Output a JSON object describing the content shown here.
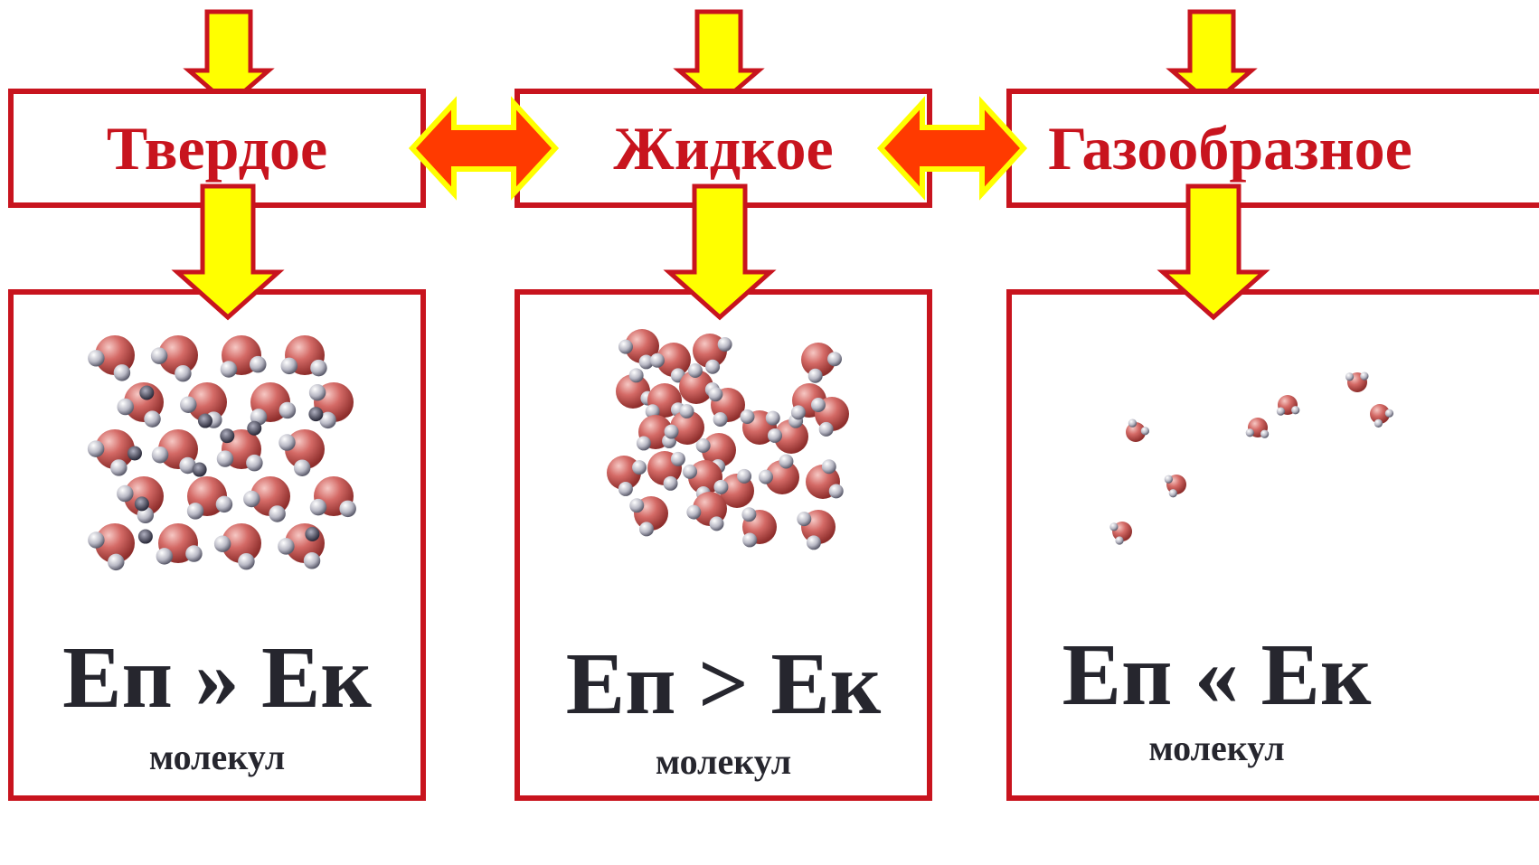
{
  "states": [
    {
      "label": "Твердое",
      "formula": "Еп » Ек",
      "unit": "молекул"
    },
    {
      "label": "Жидкое",
      "formula": "Еп > Ек",
      "unit": "молекул"
    },
    {
      "label": "Газообразное",
      "formula": "Еп « Ек",
      "unit": "молекул"
    }
  ],
  "colors": {
    "frame": "#c8141e",
    "arrow_fill": "#ffff00",
    "arrow_outline": "#c8141e",
    "double_arrow_fill": "#ff3a00",
    "double_arrow_outline": "#ffff00",
    "text": "#26262e"
  },
  "icons": [
    "down-arrow-icon",
    "double-arrow-icon",
    "molecule-illustration"
  ]
}
